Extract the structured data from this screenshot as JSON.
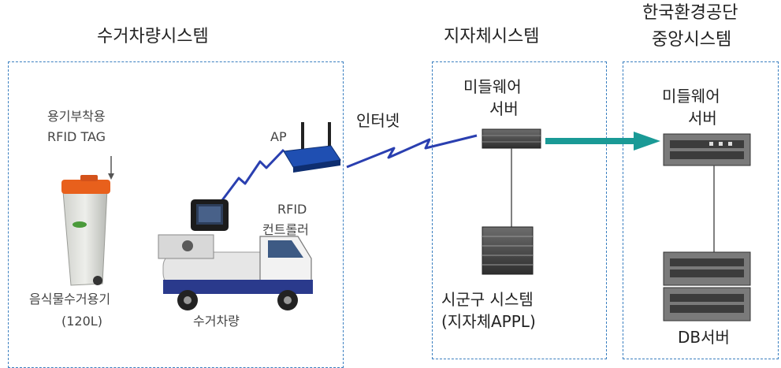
{
  "systems": {
    "vehicle": {
      "title": "수거차량시스템"
    },
    "local": {
      "title": "지자체시스템"
    },
    "central": {
      "title_line1": "한국환경공단",
      "title_line2": "중앙시스템"
    }
  },
  "labels": {
    "rfid_tag_line1": "용기부착용",
    "rfid_tag_line2": "RFID TAG",
    "ap": "AP",
    "internet": "인터넷",
    "rfid_ctrl_line1": "RFID",
    "rfid_ctrl_line2": "컨트롤러",
    "bin_line1": "음식물수거용기",
    "bin_line2": "(120L)",
    "truck": "수거차량",
    "local_mw_line1": "미들웨어",
    "local_mw_line2": "서버",
    "local_sys_line1": "시군구 시스템",
    "local_sys_line2": "(지자체APPL)",
    "central_mw_line1": "미들웨어",
    "central_mw_line2": "서버",
    "db_server": "DB서버"
  },
  "colors": {
    "dashed_border": "#3a7fc0",
    "link_arrow": "#1a9a96",
    "wireless": "#2a3fb0",
    "bin_lid": "#e8601c"
  },
  "icons": [
    "wireless-ap-icon",
    "rfid-controller-icon",
    "garbage-bin-icon",
    "garbage-truck-icon",
    "rack-server-icon",
    "arrow-right-icon"
  ]
}
